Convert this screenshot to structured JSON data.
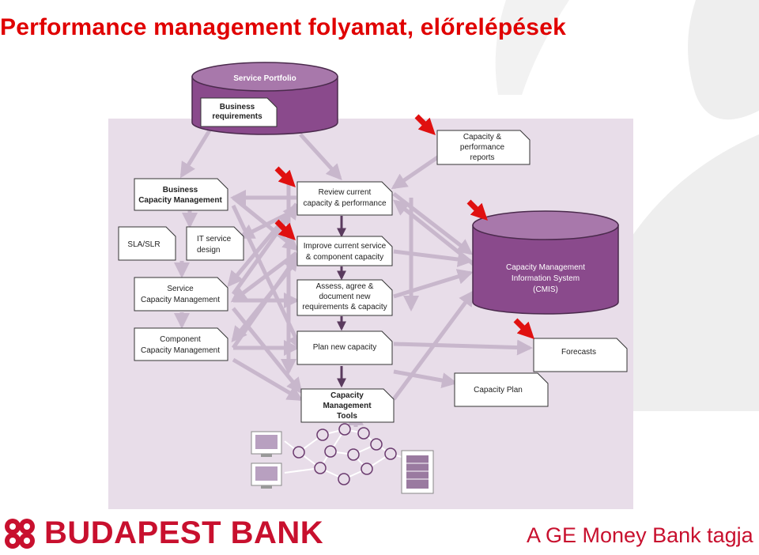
{
  "title": "Performance management folyamat, előrelépések",
  "diagram": {
    "service_portfolio": "Service Portfolio",
    "business_requirements": [
      "Business",
      "requirements"
    ],
    "capacity_reports": [
      "Capacity &",
      "performance",
      "reports"
    ],
    "business_capacity": [
      "Business",
      "Capacity Management"
    ],
    "review_capacity": [
      "Review current",
      "capacity & performance"
    ],
    "sla_slr": "SLA/SLR",
    "it_service_design": [
      "IT service",
      "design"
    ],
    "improve_service": [
      "Improve current service",
      "& component capacity"
    ],
    "service_capacity": [
      "Service",
      "Capacity Management"
    ],
    "assess_requirements": [
      "Assess, agree &",
      "document new",
      "requirements & capacity"
    ],
    "cmis": [
      "Capacity Management",
      "Information System",
      "(CMIS)"
    ],
    "component_capacity": [
      "Component",
      "Capacity Management"
    ],
    "plan_capacity": "Plan new capacity",
    "forecasts": "Forecasts",
    "capacity_plan": "Capacity Plan",
    "tools": [
      "Capacity",
      "Management",
      "Tools"
    ]
  },
  "footer": {
    "bank_name": "BUDAPEST BANK",
    "tagline": "A GE Money Bank tagja"
  },
  "colors": {
    "title": "#e00000",
    "panel": "#e8dde9",
    "cylinder": "#8a4a8c",
    "arrows": "#c8b7cc",
    "highlight": "#e01010",
    "brand": "#c8102e"
  }
}
